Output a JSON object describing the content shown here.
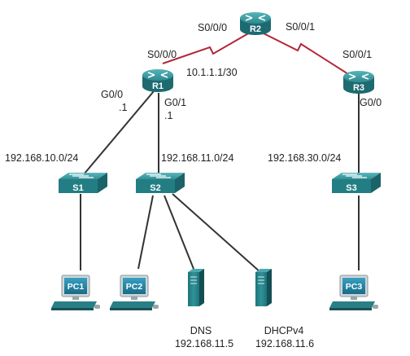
{
  "devices": {
    "routers": [
      {
        "name": "R1"
      },
      {
        "name": "R2"
      },
      {
        "name": "R3"
      }
    ],
    "switches": [
      {
        "name": "S1"
      },
      {
        "name": "S2"
      },
      {
        "name": "S3"
      }
    ],
    "pcs": [
      {
        "name": "PC1"
      },
      {
        "name": "PC2"
      },
      {
        "name": "PC3"
      }
    ],
    "servers": [
      {
        "name": "DNS",
        "ip": "192.168.11.5"
      },
      {
        "name": "DHCPv4",
        "ip": "192.168.11.6"
      }
    ]
  },
  "interfaces": {
    "r2_left": "S0/0/0",
    "r2_right": "S0/0/1",
    "r1_serial": "S0/0/0",
    "r1_serial_ip": "10.1.1.1/30",
    "r3_serial": "S0/0/1",
    "r1_g00": "G0/0",
    "r1_g00_ip": ".1",
    "r1_g01": "G0/1",
    "r1_g01_ip": ".1",
    "r3_g00": "G0/0"
  },
  "networks": {
    "lan1": "192.168.10.0/24",
    "lan2": "192.168.11.0/24",
    "lan3": "192.168.30.0/24"
  },
  "colors": {
    "device_teal": "#2c8a90",
    "device_dark": "#1d6a70",
    "serial_link": "#b3263a",
    "ethernet_link": "#333333",
    "pc_screen": "#1f7fa0"
  }
}
